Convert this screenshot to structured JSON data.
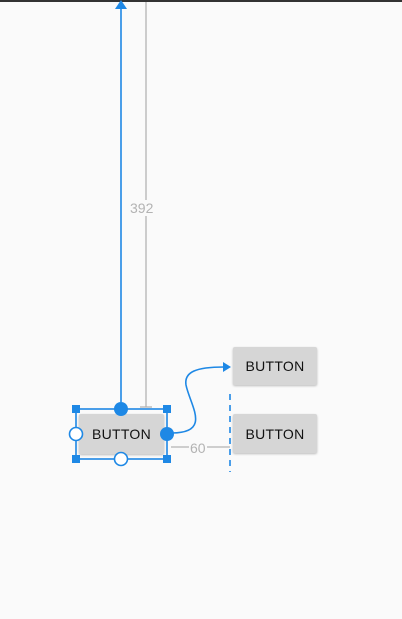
{
  "canvas": {
    "background": "#fafafa"
  },
  "buttons": {
    "selected": {
      "label": "BUTTON"
    },
    "upper_right": {
      "label": "BUTTON"
    },
    "lower_right": {
      "label": "BUTTON"
    }
  },
  "dimensions": {
    "top_margin": "392",
    "horizontal_gap": "60"
  },
  "colors": {
    "accent": "#1e88e5",
    "dimension_line": "#b3b3b3",
    "button_fill": "#d6d6d6"
  },
  "icons": {
    "constraint_arrow": "arrowhead-icon",
    "resize_handle": "square-handle-icon",
    "anchor_filled": "filled-anchor-icon",
    "anchor_empty": "empty-anchor-icon"
  }
}
